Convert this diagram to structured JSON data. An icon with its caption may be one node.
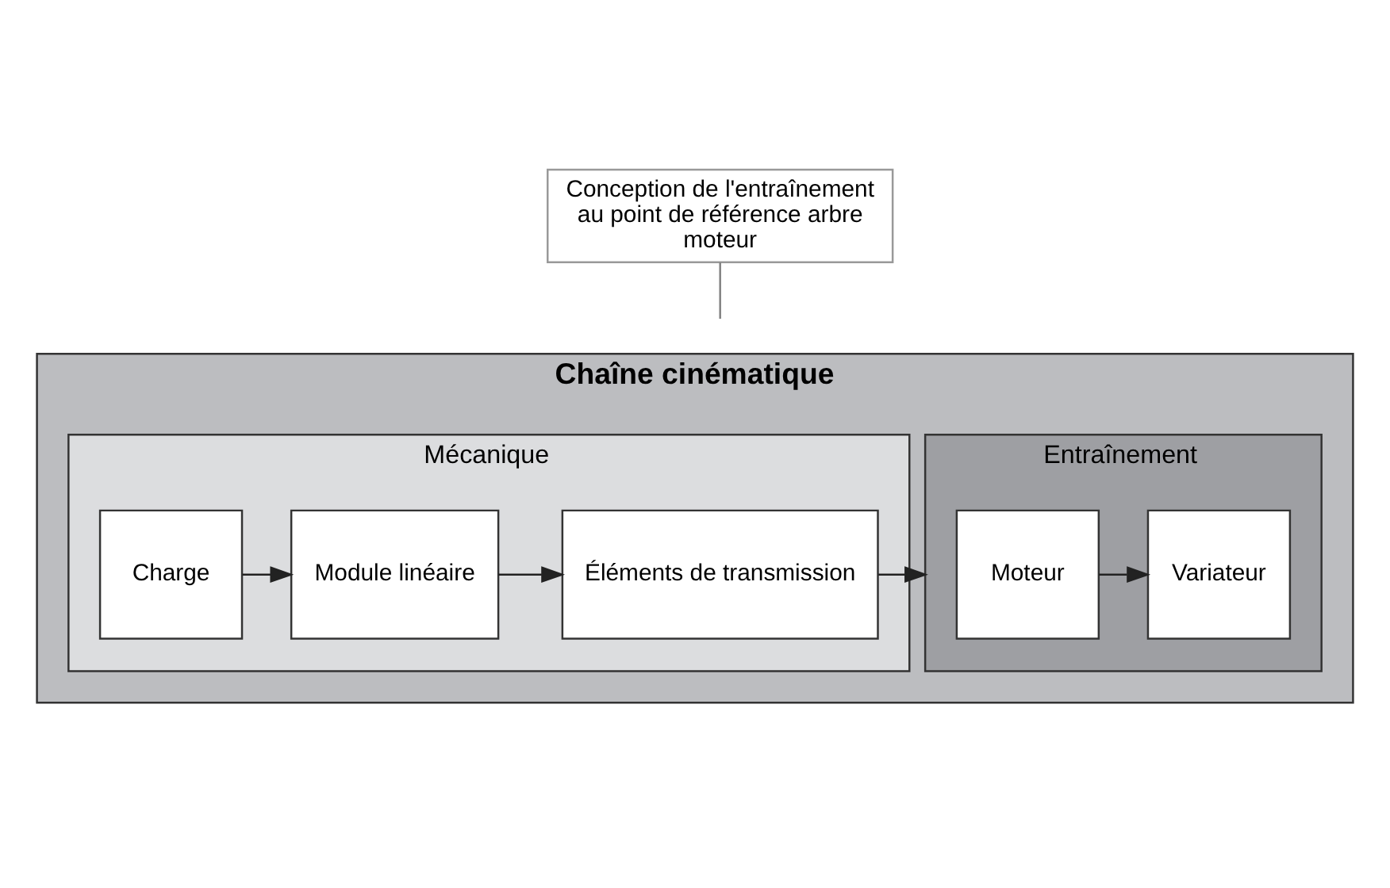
{
  "diagram": {
    "nodes": [
      {
        "text": [
          "Chaîne cinématique"
        ]
      },
      {
        "text": [
          "Mécanique"
        ],
        "in": 0
      },
      {
        "text": [
          "Charge"
        ],
        "in": 1
      },
      {
        "text": [
          "Module linéaire"
        ],
        "in": 1
      },
      {
        "text": [
          "Éléments de transmission"
        ],
        "in": 1
      },
      {
        "text": [
          "Entraînement"
        ],
        "in": 0
      },
      {
        "text": [
          "Moteur"
        ],
        "in": 5
      },
      {
        "text": [
          "Variateur"
        ],
        "in": 5
      },
      {
        "text": [
          "Conception de l'entraînement au point de référence arbre moteur"
        ]
      }
    ],
    "edges": [
      {
        "from": 2,
        "to": 3,
        "arrow": "to"
      },
      {
        "from": 3,
        "to": 4,
        "arrow": "to"
      },
      {
        "from": 4,
        "to": 5,
        "arrow": "to"
      },
      {
        "from": 6,
        "to": 7,
        "arrow": "to"
      },
      {
        "from": 8,
        "to": null,
        "arrow": "none",
        "color": "#808080"
      }
    ]
  }
}
